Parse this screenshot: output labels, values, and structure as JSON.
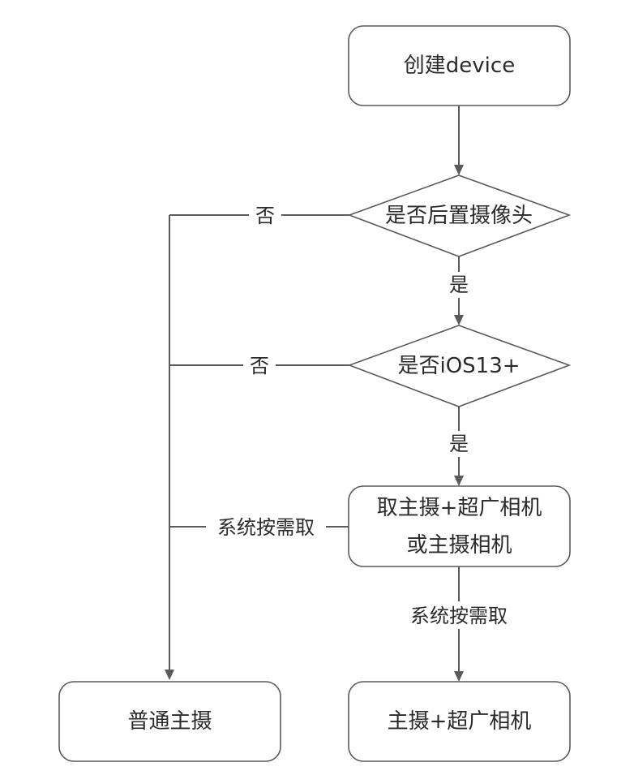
{
  "diagram": {
    "nodes": {
      "create_device": "创建device",
      "is_back_camera": "是否后置摄像头",
      "is_ios13": "是否iOS13+",
      "take_main_line1": "取主摄+超广相机",
      "take_main_line2": "或主摄相机",
      "normal_main": "普通主摄",
      "main_ultrawide": "主摄+超广相机"
    },
    "edges": {
      "back_camera_no": "否",
      "back_camera_yes": "是",
      "ios13_no": "否",
      "ios13_yes": "是",
      "take_main_to_normal": "系统按需取",
      "take_main_to_ultrawide": "系统按需取"
    },
    "colors": {
      "stroke": "#5a5a5a",
      "text": "#2b2b2b",
      "background": "#ffffff"
    }
  }
}
